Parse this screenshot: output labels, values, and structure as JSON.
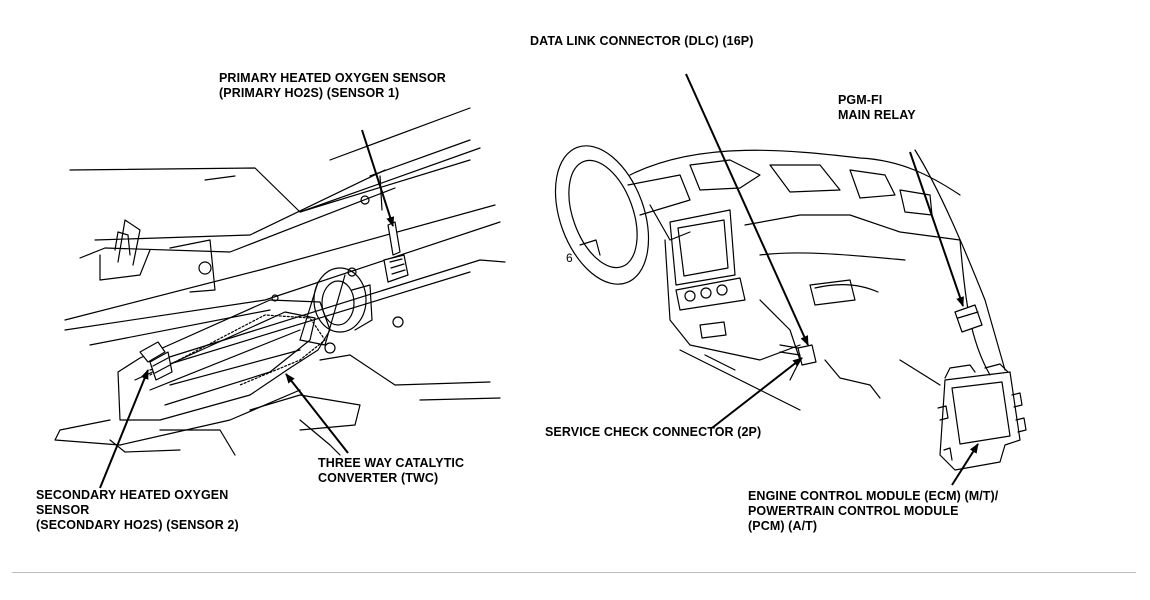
{
  "labels": {
    "dlc": [
      "DATA LINK CONNECTOR (DLC) (16P)"
    ],
    "primary_ho2s": [
      "PRIMARY HEATED OXYGEN SENSOR",
      "(PRIMARY HO2S) (SENSOR 1)"
    ],
    "main_relay": [
      "PGM-FI",
      "MAIN RELAY"
    ],
    "service_check": [
      "SERVICE CHECK CONNECTOR (2P)"
    ],
    "twc": [
      "THREE WAY CATALYTIC",
      "CONVERTER (TWC)"
    ],
    "secondary_ho2s": [
      "SECONDARY HEATED OXYGEN",
      "SENSOR",
      "(SECONDARY HO2S) (SENSOR 2)"
    ],
    "ecm_pcm": [
      "ENGINE CONTROL MODULE (ECM) (M/T)/",
      "POWERTRAIN CONTROL MODULE",
      "(PCM) (A/T)"
    ]
  },
  "colors": {
    "ink": "#000000",
    "rule": "#bdbdbd",
    "background": "#ffffff"
  }
}
